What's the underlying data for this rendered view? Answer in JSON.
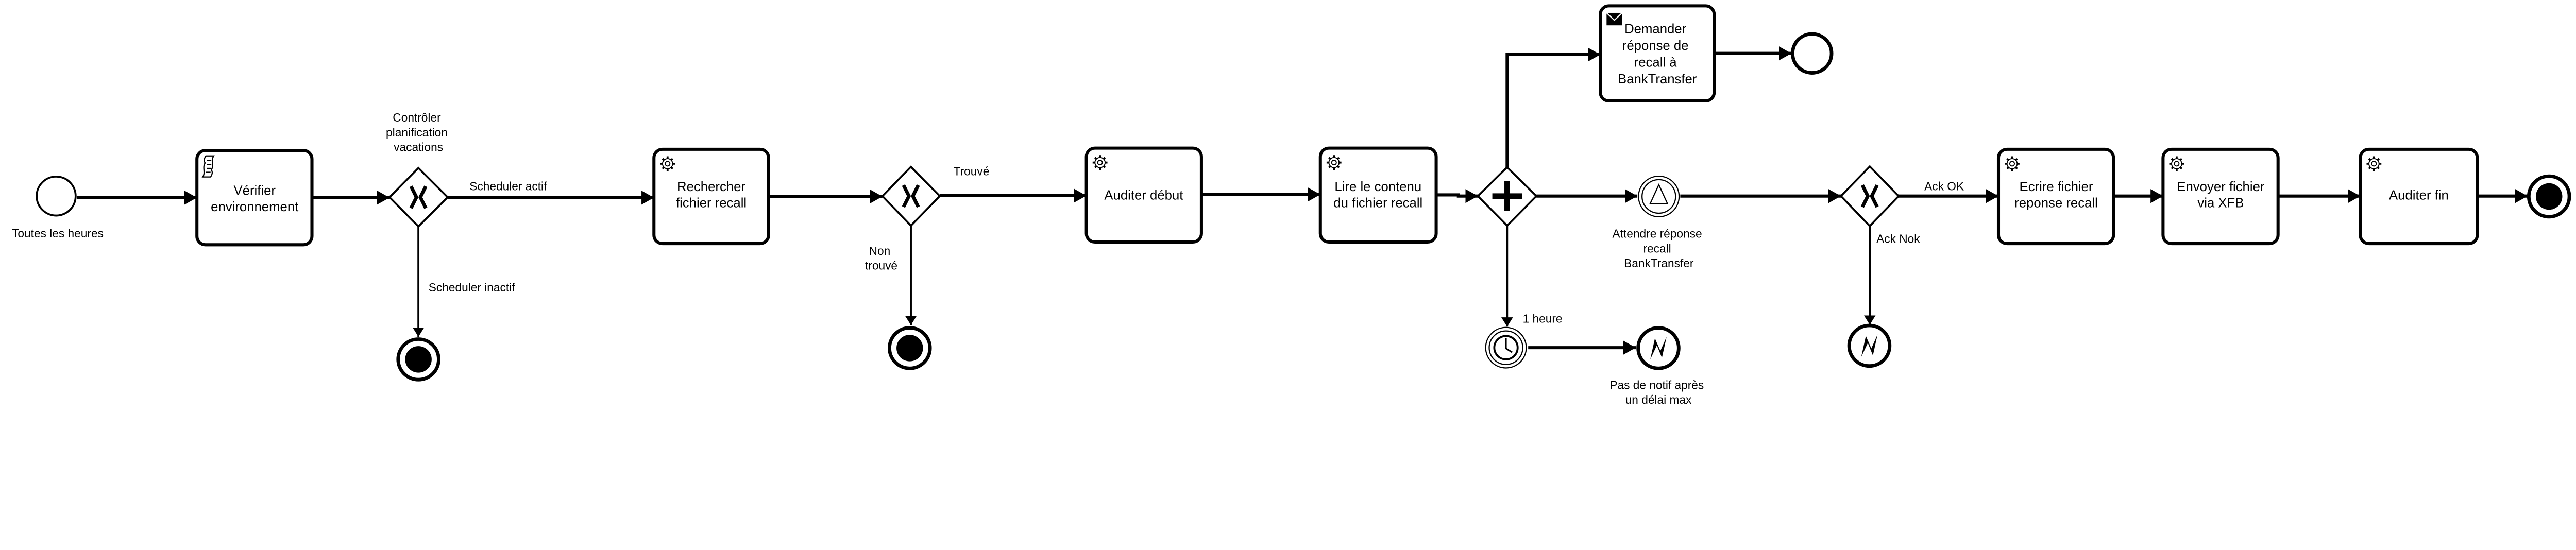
{
  "events": {
    "start": {
      "label": "Toutes les heures",
      "icon": "start-event-circle"
    },
    "attendre": {
      "lines": [
        "Attendre réponse",
        "recall",
        "BankTransfer"
      ],
      "icon": "signal-catch-icon"
    },
    "timer": {
      "label": "1 heure",
      "icon": "timer-icon"
    },
    "error_timeout": {
      "lines": [
        "Pas de notif après",
        "un délai max"
      ],
      "icon": "error-end-icon"
    },
    "error_nok": {
      "icon": "error-end-icon"
    }
  },
  "gateways": {
    "g1": {
      "lines": [
        "Contrôler",
        "planification",
        "vacations"
      ],
      "type": "exclusive"
    },
    "g2": {
      "type": "exclusive"
    },
    "g3": {
      "type": "parallel"
    },
    "g4": {
      "type": "exclusive"
    }
  },
  "flows": {
    "scheduler_actif": "Scheduler actif",
    "scheduler_inactif": "Scheduler inactif",
    "trouve": "Trouvé",
    "non_trouve": [
      "Non",
      "trouvé"
    ],
    "ack_ok": "Ack OK",
    "ack_nok": "Ack Nok"
  },
  "tasks": {
    "verifier": {
      "lines": [
        "Vérifier",
        "environnement"
      ],
      "icon": "script-icon"
    },
    "rechercher": {
      "lines": [
        "Rechercher",
        "fichier recall"
      ],
      "icon": "gear-icon"
    },
    "auditer_debut": {
      "lines": [
        "Auditer début"
      ],
      "icon": "gear-icon"
    },
    "lire": {
      "lines": [
        "Lire le contenu",
        "du fichier recall"
      ],
      "icon": "gear-icon"
    },
    "demander": {
      "lines": [
        "Demander",
        "réponse de",
        "recall à",
        "BankTransfer"
      ],
      "icon": "envelope-icon"
    },
    "ecrire": {
      "lines": [
        "Ecrire fichier",
        "reponse recall"
      ],
      "icon": "gear-icon"
    },
    "envoyer": {
      "lines": [
        "Envoyer fichier",
        "via XFB"
      ],
      "icon": "gear-icon"
    },
    "auditer_fin": {
      "lines": [
        "Auditer fin"
      ],
      "icon": "gear-icon"
    }
  }
}
